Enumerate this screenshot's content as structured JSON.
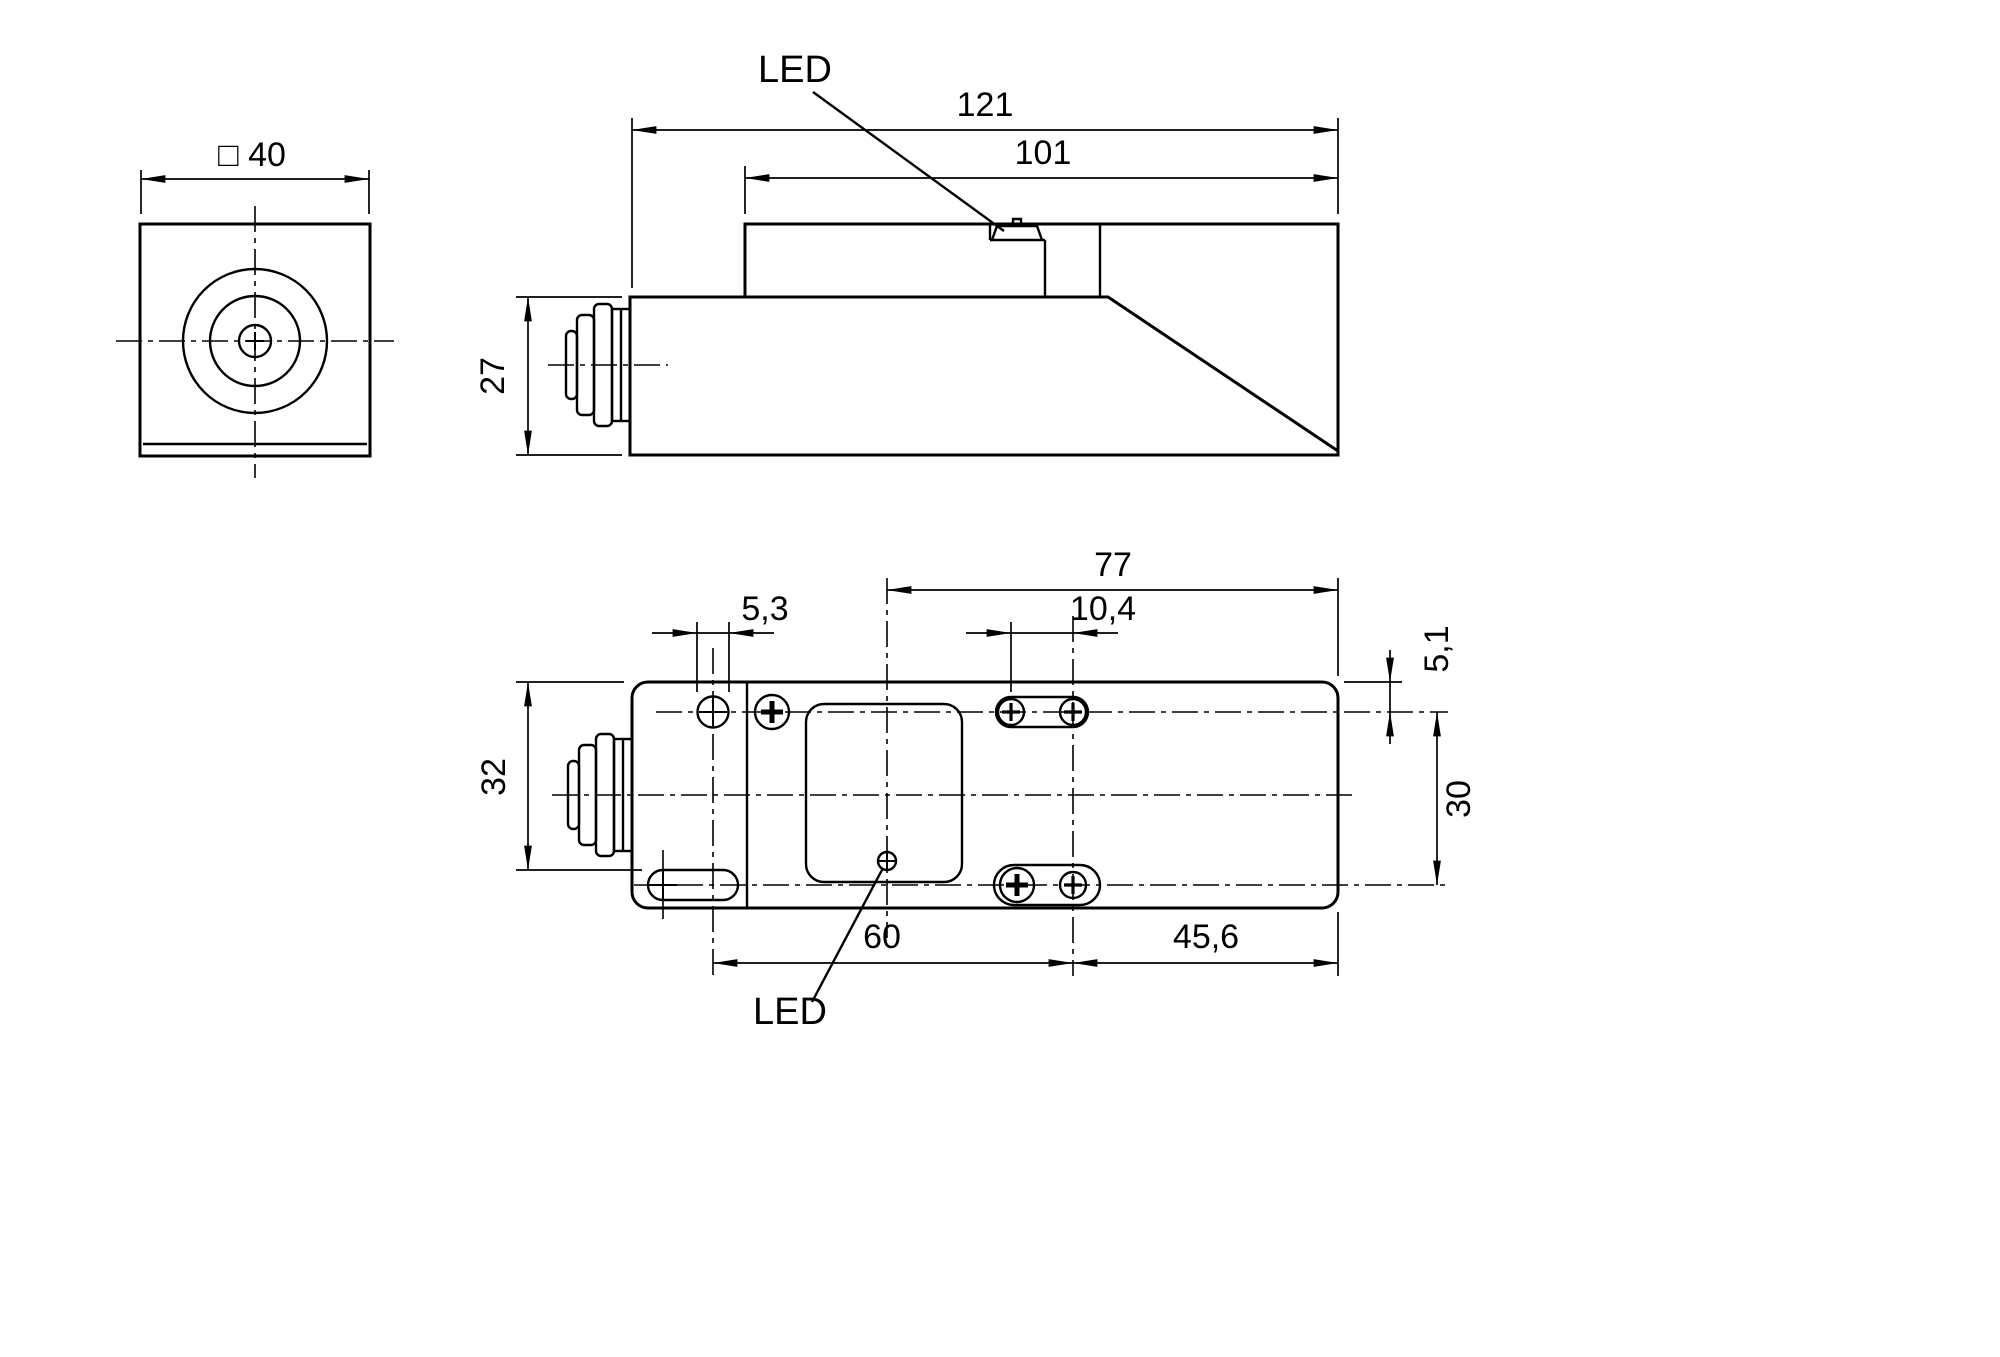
{
  "colors": {
    "background": "#ffffff",
    "line": "#000000"
  },
  "front_view": {
    "width_dim": "□ 40"
  },
  "side_view": {
    "led_label": "LED",
    "overall_length": "121",
    "upper_length": "101",
    "height": "27"
  },
  "plan_view": {
    "led_label": "LED",
    "right_span": "77",
    "hole_diameter": "5,3",
    "slot_length": "10,4",
    "edge_offset": "5,1",
    "row_spacing": "30",
    "body_width": "32",
    "hole_spacing": "60",
    "face_distance": "45,6"
  }
}
